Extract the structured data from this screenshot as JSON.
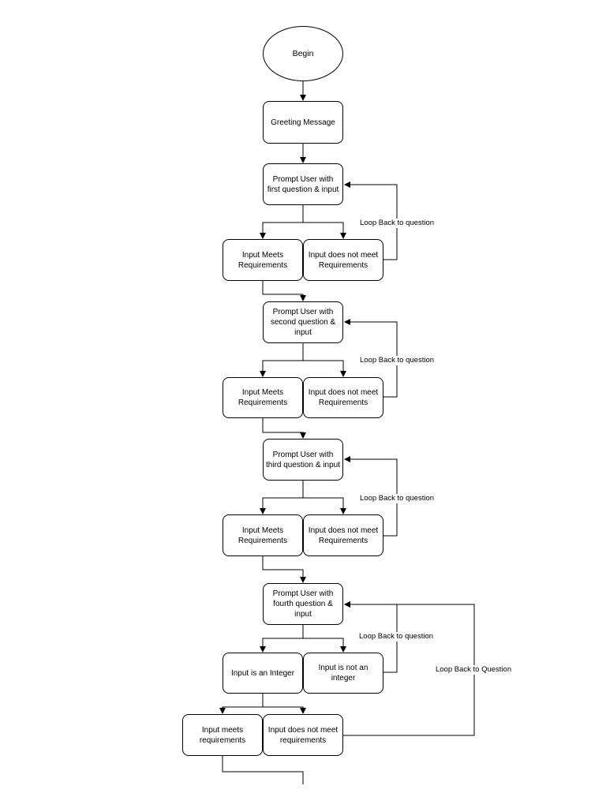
{
  "nodes": {
    "begin": "Begin",
    "greeting": "Greeting Message",
    "q1": "Prompt User with first question & input",
    "q1_meets": "Input Meets Requirements",
    "q1_not": "Input does not meet Requirements",
    "q2": "Prompt User with second question & input",
    "q2_meets": "Input Meets Requirements",
    "q2_not": "Input does not meet Requirements",
    "q3": "Prompt User with third question & input",
    "q3_meets": "Input Meets Requirements",
    "q3_not": "Input does not meet Requirements",
    "q4": "Prompt User with fourth question & input",
    "q4_integer": "Input is an Integer",
    "q4_not_integer": "Input is not an integer",
    "q4_meets": "Input meets requirements",
    "q4_not": "Input does not meet requirements"
  },
  "edge_labels": {
    "loop1": "Loop Back to question",
    "loop2": "Loop Back to question",
    "loop3": "Loop Back to question",
    "loop4": "Loop Back to question",
    "loop5": "Loop Back to Question"
  }
}
